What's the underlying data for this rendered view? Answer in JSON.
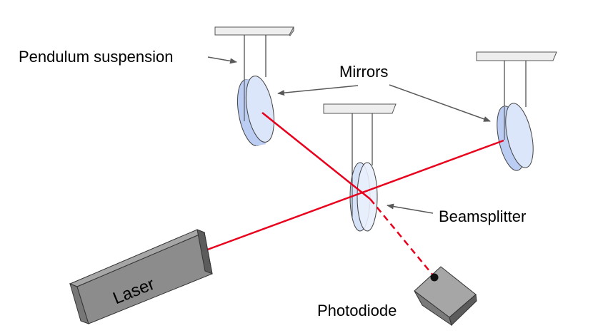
{
  "labels": {
    "pendulum": "Pendulum suspension",
    "mirrors": "Mirrors",
    "beamsplitter": "Beamsplitter",
    "photodiode": "Photodiode",
    "laser": "Laser"
  },
  "colors": {
    "beam": "#e8001c",
    "mirror_fill": "#c9d9f7",
    "mirror_edge": "#a9c0ee",
    "splitter_fill": "#dfe9fb",
    "bar_fill": "#eeeeee",
    "laser_front": "#8c8c8c",
    "laser_top": "#a6a6a6",
    "laser_side": "#5c5c5c",
    "arrow": "#595959"
  }
}
